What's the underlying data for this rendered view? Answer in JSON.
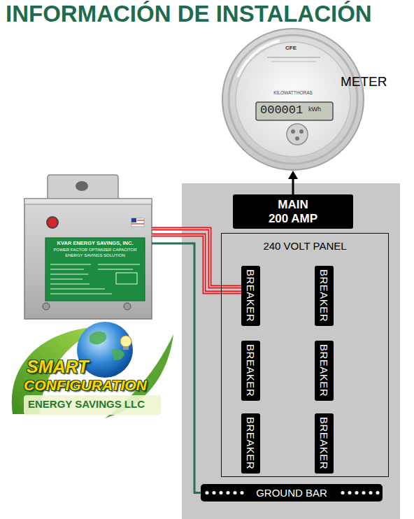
{
  "diagram": {
    "title": "INFORMACIÓN DE INSTALACIÓN",
    "nodes": [
      {
        "text": [
          "CFE",
          "KILOWATTHORAS",
          "000001",
          "kWh",
          "METER"
        ]
      },
      {
        "text": [
          "KVAR ENERGY SAVINGS, INC.",
          "POWER FACTOR OPTIMIZER CAPACITOR",
          "ENERGY SAVINGS SOLUTION"
        ]
      },
      {
        "text": [
          "MAIN 200 AMP"
        ]
      },
      {
        "text": [
          "240 VOLT PANEL"
        ]
      },
      {
        "text": [
          "BREAKER"
        ],
        "in": 3
      },
      {
        "text": [
          "BREAKER"
        ],
        "in": 3
      },
      {
        "text": [
          "BREAKER"
        ],
        "in": 3
      },
      {
        "text": [
          "BREAKER"
        ],
        "in": 3
      },
      {
        "text": [
          "BREAKER"
        ],
        "in": 3
      },
      {
        "text": [
          "BREAKER"
        ],
        "in": 3
      },
      {
        "text": [
          "GROUND BAR"
        ]
      }
    ],
    "edges": [
      {
        "from": 2,
        "to": 0,
        "arrow": "to"
      },
      {
        "from": 1,
        "to": 4,
        "arrow": "none"
      },
      {
        "from": 1,
        "to": 4,
        "arrow": "none"
      },
      {
        "from": 1,
        "to": 10,
        "arrow": "none"
      }
    ],
    "labels": [
      "SMART",
      "CONFIGURATION",
      "ENERGY SAVINGS LLC"
    ]
  }
}
